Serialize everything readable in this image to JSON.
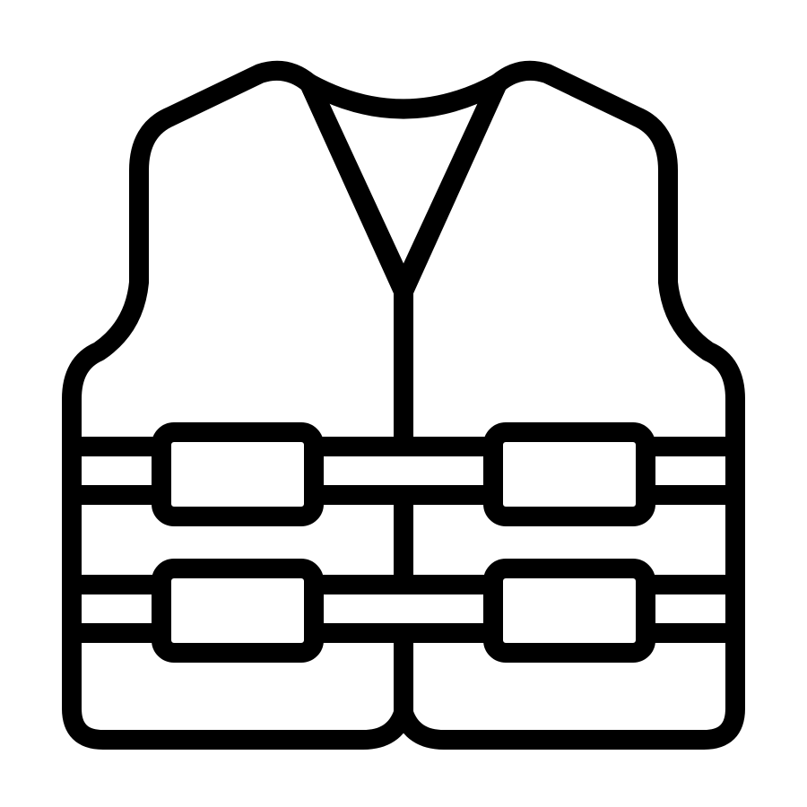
{
  "icon": {
    "name": "life-vest-icon",
    "style": "outline",
    "stroke_color": "#000000",
    "fill_color": "#ffffff",
    "background_color": "#ffffff"
  },
  "straps": {
    "rows": 2,
    "buckles_per_row": 2
  }
}
